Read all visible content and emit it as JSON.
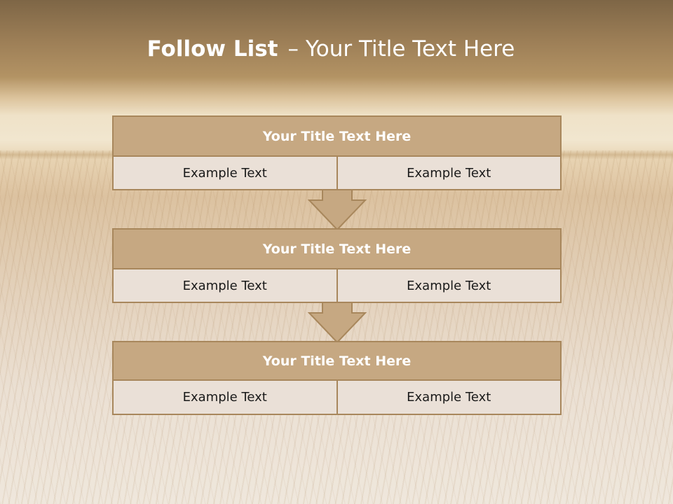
{
  "title": {
    "bold": "Follow List",
    "separator": "–",
    "rest": "Your Title Text Here"
  },
  "blocks": [
    {
      "title": "Your Title Text Here",
      "cells": [
        "Example Text",
        "Example Text"
      ]
    },
    {
      "title": "Your Title Text Here",
      "cells": [
        "Example Text",
        "Example Text"
      ]
    },
    {
      "title": "Your Title Text Here",
      "cells": [
        "Example Text",
        "Example Text"
      ]
    }
  ],
  "colors": {
    "header_fill": "#c6a882",
    "cell_fill": "#eae0d7",
    "border": "#a8875c",
    "arrow_fill": "#c6a882"
  }
}
